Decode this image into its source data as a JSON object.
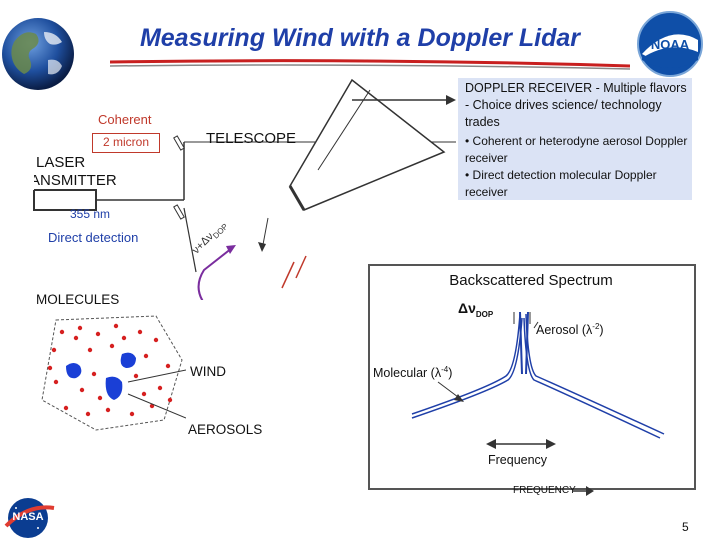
{
  "title": "Measuring Wind with a Doppler Lidar",
  "receiver": {
    "heading": "DOPPLER RECEIVER -  Multiple flavors - Choice drives science/ technology trades",
    "bullets": [
      "• Coherent or heterodyne aerosol Doppler receiver",
      "• Direct detection molecular Doppler receiver"
    ]
  },
  "labels": {
    "coherent": "Coherent",
    "micron": "2 micron",
    "laser": "LASER",
    "transmitter": "TRANSMITTER",
    "nm355": "355 nm",
    "direct": "Direct detection",
    "telescope": "TELESCOPE",
    "molecules": "MOLECULES",
    "wind": "WIND",
    "aerosols": "AEROSOLS",
    "nu": "ν+Δν",
    "dop": "DOP"
  },
  "spectrum": {
    "title": "Backscattered Spectrum",
    "delta_nu": "Δν",
    "dop_sub": "DOP",
    "aerosol": "Aerosol (λ",
    "aerosol_exp": "-2",
    "molecular": "Molecular (λ",
    "molecular_exp": "-4",
    "close": ")",
    "frequency": "Frequency",
    "frequency_caps": "FREQUENCY"
  },
  "logos": {
    "noaa": "NOAA",
    "nasa": "NASA"
  },
  "page_number": "5",
  "colors": {
    "title": "#1f3fa8",
    "receiver_bg": "#dbe3f5",
    "molecule": "#d62020",
    "aerosol": "#1a3fd6"
  }
}
